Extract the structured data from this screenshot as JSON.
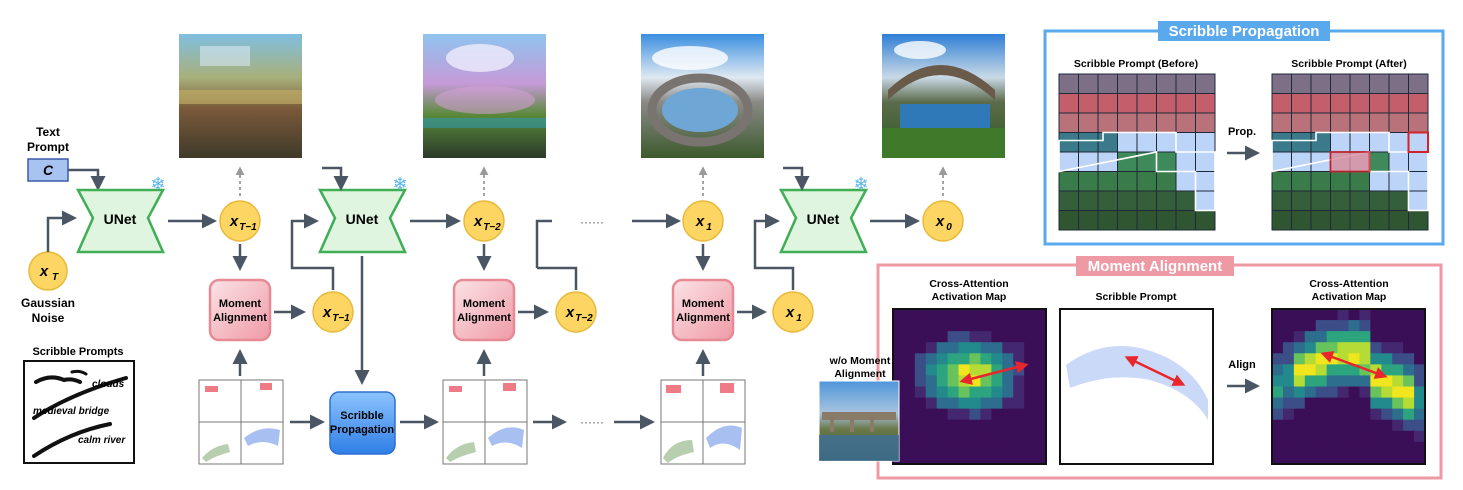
{
  "left_labels": {
    "text_prompt_line1": "Text",
    "text_prompt_line2": "Prompt",
    "condition_symbol": "C",
    "noise_symbol": "x",
    "noise_sub": "T",
    "noise_label_line1": "Gaussian",
    "noise_label_line2": "Noise"
  },
  "unet_label": "UNet",
  "moment_line1": "Moment",
  "moment_line2": "Alignment",
  "scribble_prop_line1": "Scribble",
  "scribble_prop_line2": "Propagation",
  "latents": {
    "x_t1": {
      "base": "x",
      "sub": "T−1"
    },
    "x_t2": {
      "base": "x",
      "sub": "T−2"
    },
    "x_1": {
      "base": "x",
      "sub": "1"
    },
    "x_0": {
      "base": "x",
      "sub": "0"
    }
  },
  "dots": "······",
  "scribble_prompts": {
    "title": "Scribble Prompts",
    "labels": [
      "clouds",
      "medieval bridge",
      "calm river"
    ]
  },
  "panel_propagation": {
    "title": "Scribble Propagation",
    "before": "Scribble Prompt (Before)",
    "after": "Scribble Prompt (After)",
    "arrow_label": "Prop."
  },
  "panel_moment": {
    "title": "Moment Alignment",
    "map1_line1": "Cross-Attention",
    "map1_line2": "Activation Map",
    "scribble": "Scribble Prompt",
    "map2_line1": "Cross-Attention",
    "map2_line2": "Activation Map",
    "align_label": "Align",
    "wo_line1": "w/o Moment",
    "wo_line2": "Alignment"
  },
  "colors": {
    "unet_fill": "#dff5df",
    "unet_stroke": "#3fae55",
    "moment_fill": "#f6c6cc",
    "moment_stroke": "#e88a96",
    "prop_fill": "#4f93ea",
    "latent_fill": "#fcd563",
    "latent_stroke": "#e8b93a",
    "arrow": "#4a5663",
    "panel_blue": "#5aa9ec",
    "panel_pink": "#ee9aa4"
  }
}
